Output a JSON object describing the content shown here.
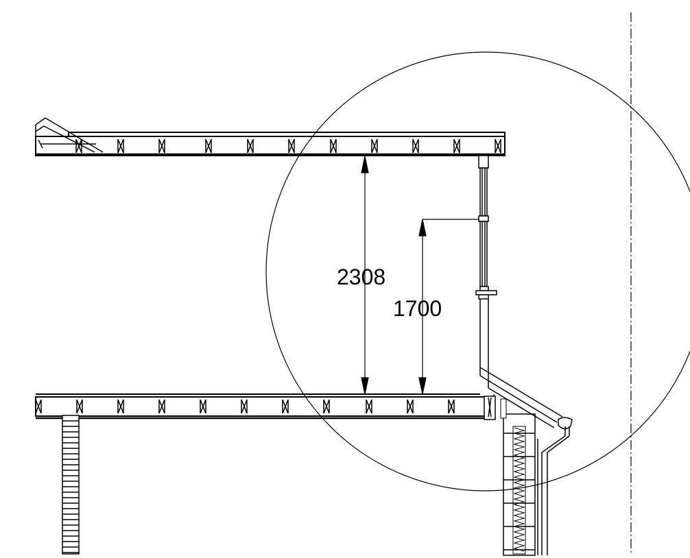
{
  "drawing": {
    "dimensions": [
      {
        "id": "floor-to-ceiling",
        "value": "2308"
      },
      {
        "id": "floor-to-window-transom",
        "value": "1700"
      }
    ],
    "colors": {
      "line": "#000000",
      "background": "#ffffff"
    }
  }
}
